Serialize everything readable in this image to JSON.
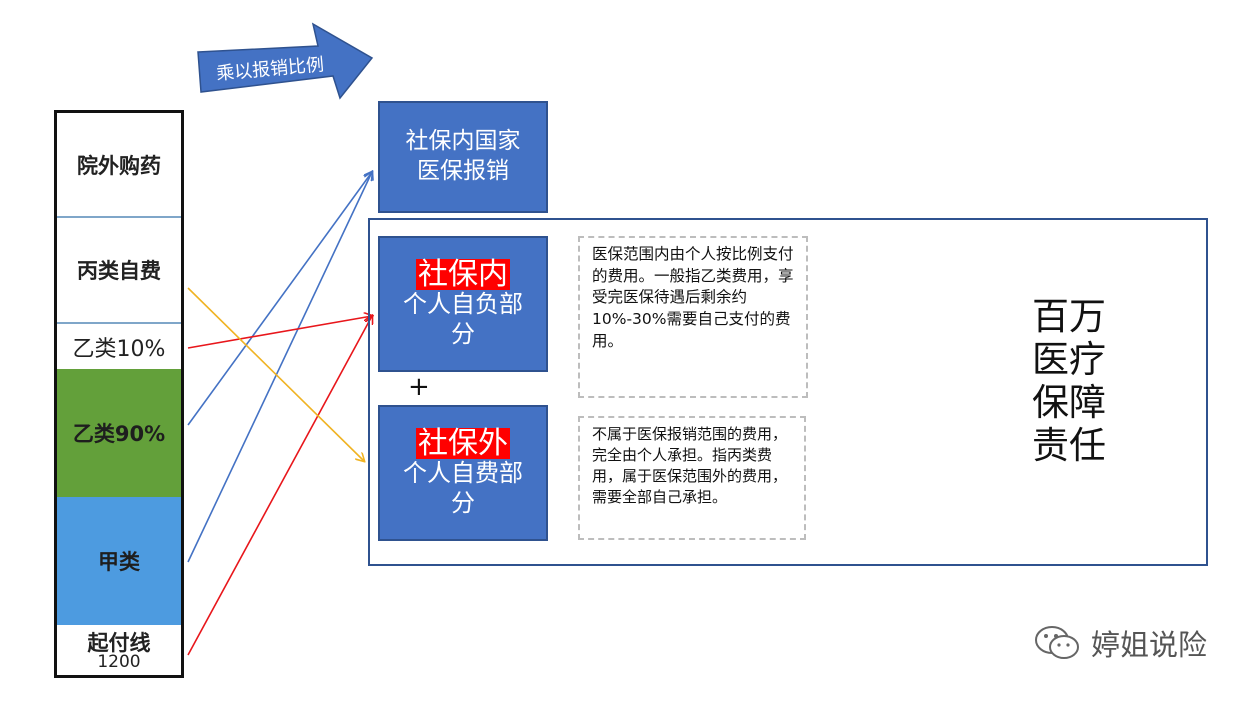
{
  "arrow_label": "乘以报销比例",
  "column": {
    "outpatient": "院外购药",
    "category_c": "丙类自费",
    "category_b10": "乙类10%",
    "category_b90": "乙类90%",
    "category_a": "甲类",
    "deductible_label": "起付线",
    "deductible_amount": "1200"
  },
  "state_box": "社保内国家医保报销",
  "inside_box": {
    "highlight": "社保内",
    "text": "个人自负部分"
  },
  "outside_box": {
    "highlight": "社保外",
    "text": "个人自费部分"
  },
  "plus": "+",
  "inside_desc": "医保范围内由个人按比例支付的费用。一般指乙类费用，享受完医保待遇后剩余约10%-30%需要自己支付的费用。",
  "outside_desc": "不属于医保报销范围的费用，完全由个人承担。指丙类费用，属于医保范围外的费用，需要全部自己承担。",
  "million_label": "百万医疗保障责任",
  "watermark": "婷姐说险",
  "colors": {
    "blue_box": "#4472c4",
    "category_b90": "#63a03a",
    "category_a": "#4d9be0",
    "highlight": "#ff0000",
    "arrow_blue": "#4472c4",
    "arrow_red": "#e8161b",
    "arrow_orange": "#f0b323"
  }
}
